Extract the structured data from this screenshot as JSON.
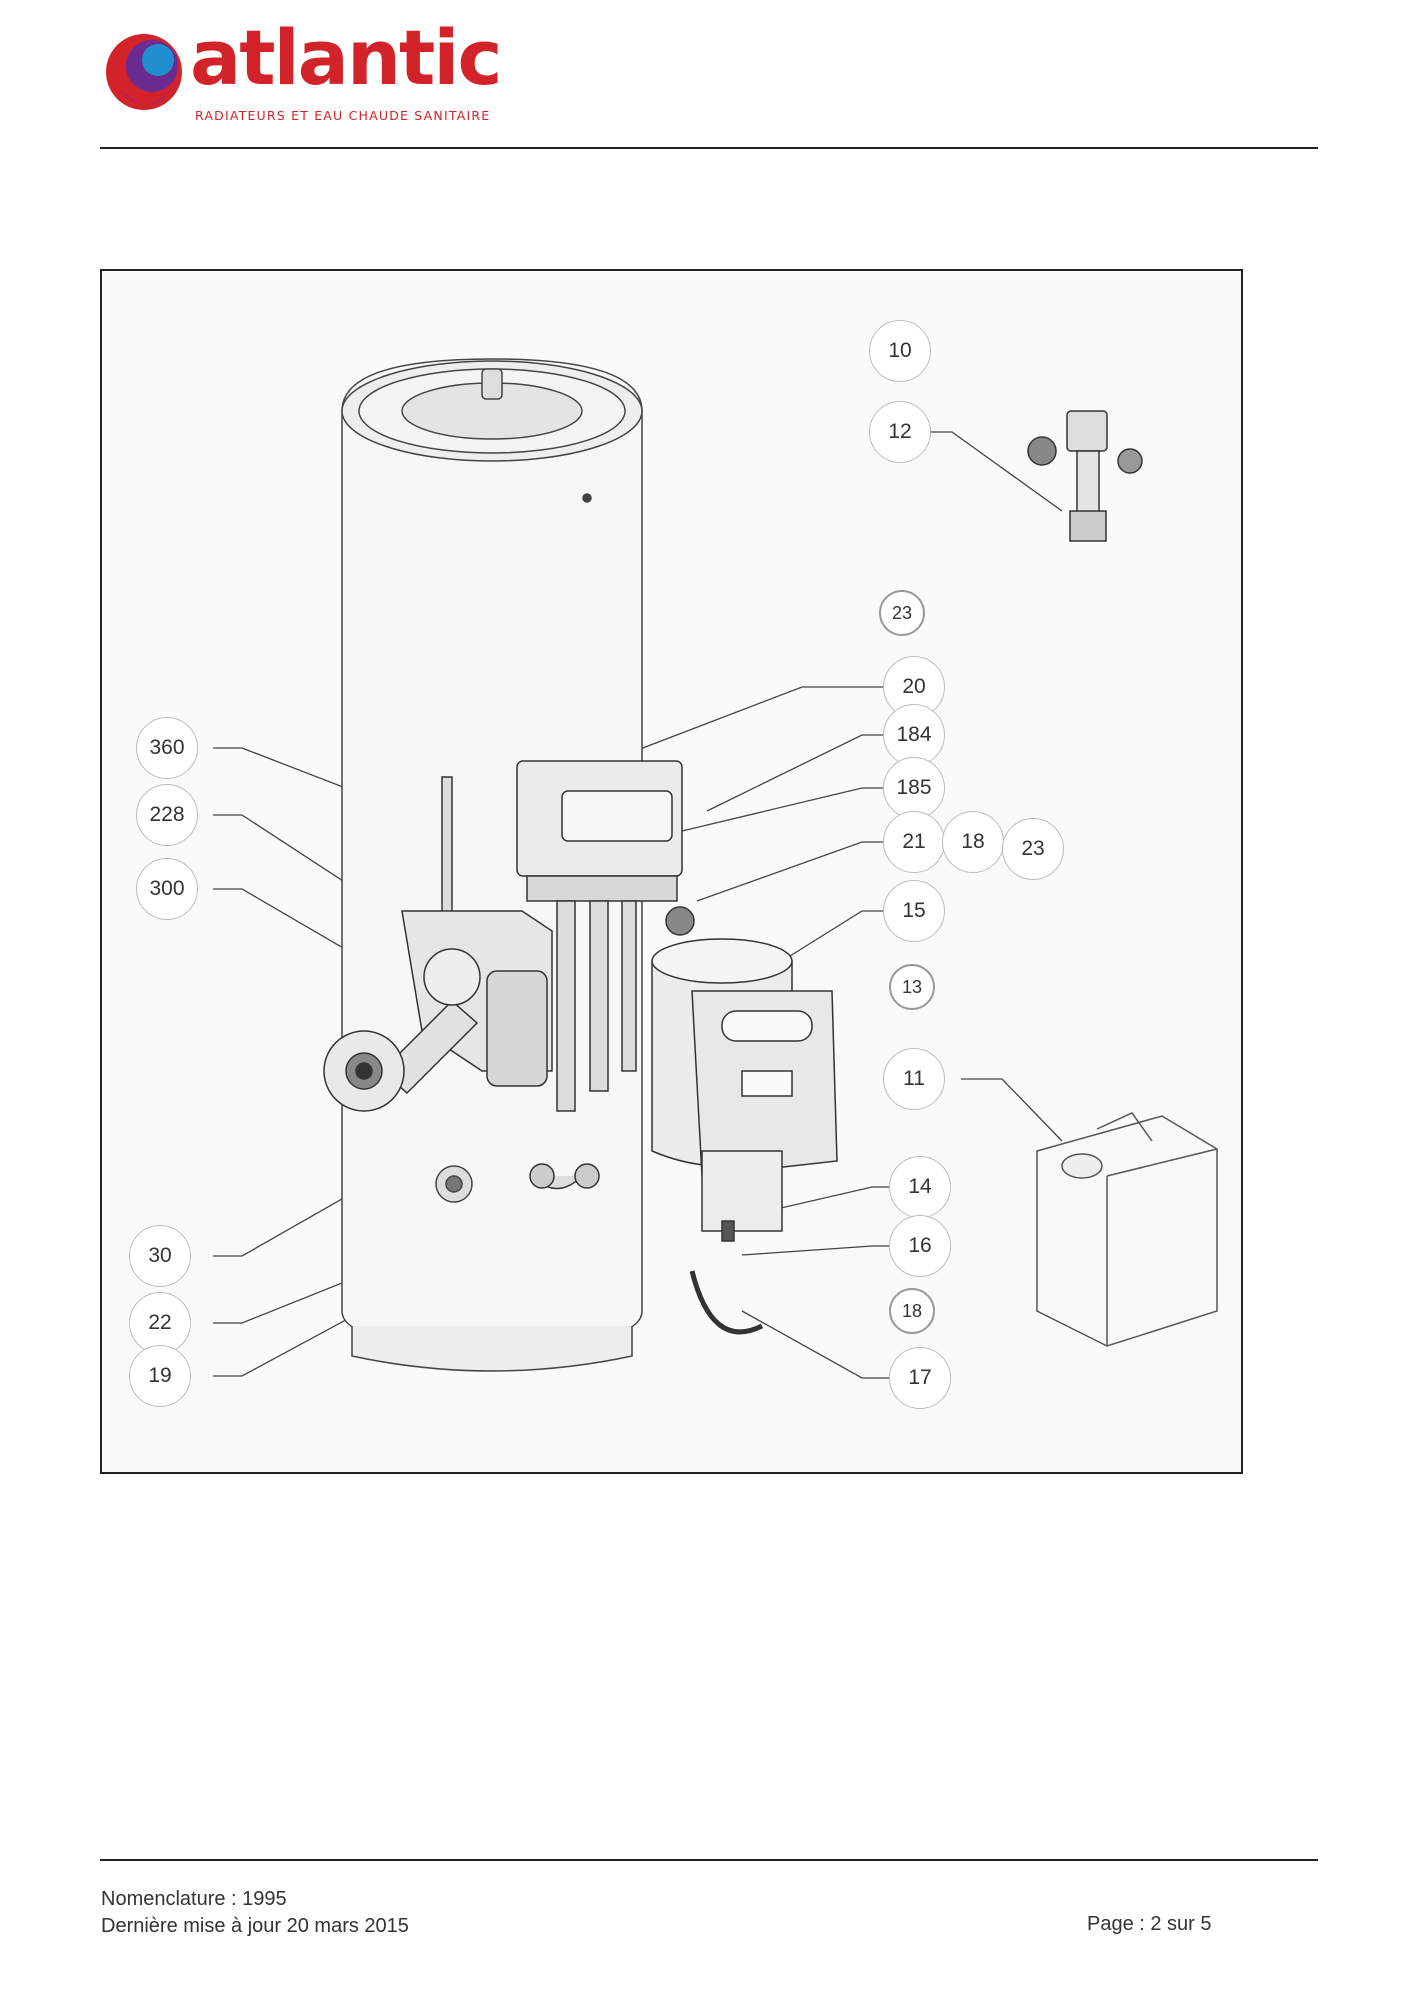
{
  "header": {
    "brand_name": "atlantic",
    "tagline": "RADIATEURS ET EAU CHAUDE SANITAIRE",
    "logo_colors": {
      "red": "#d2232a",
      "purple": "#6b2c91",
      "blue": "#1f8fd0",
      "magenta": "#b31d6a"
    }
  },
  "figure": {
    "callouts": [
      {
        "id": "c10",
        "label": "10"
      },
      {
        "id": "c12",
        "label": "12"
      },
      {
        "id": "c23a",
        "label": "23"
      },
      {
        "id": "c20",
        "label": "20"
      },
      {
        "id": "c184",
        "label": "184"
      },
      {
        "id": "c185",
        "label": "185"
      },
      {
        "id": "c21",
        "label": "21"
      },
      {
        "id": "c18a",
        "label": "18"
      },
      {
        "id": "c23b",
        "label": "23"
      },
      {
        "id": "c15",
        "label": "15"
      },
      {
        "id": "c13",
        "label": "13"
      },
      {
        "id": "c11",
        "label": "11"
      },
      {
        "id": "c14",
        "label": "14"
      },
      {
        "id": "c16",
        "label": "16"
      },
      {
        "id": "c18b",
        "label": "18"
      },
      {
        "id": "c17",
        "label": "17"
      },
      {
        "id": "c360",
        "label": "360"
      },
      {
        "id": "c228",
        "label": "228"
      },
      {
        "id": "c300",
        "label": "300"
      },
      {
        "id": "c30",
        "label": "30"
      },
      {
        "id": "c22",
        "label": "22"
      },
      {
        "id": "c19",
        "label": "19"
      }
    ]
  },
  "footer": {
    "nomenclature": "Nomenclature : 1995",
    "last_update": "Dernière mise à jour 20 mars 2015",
    "page": "Page : 2 sur 5"
  }
}
